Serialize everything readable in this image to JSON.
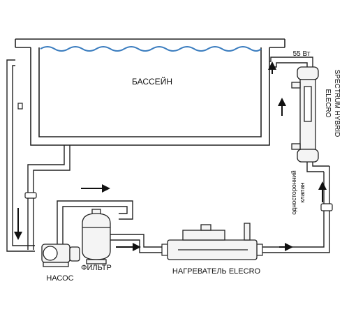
{
  "labels": {
    "pool": "БАССЕЙН",
    "power": "55 Вт",
    "uv_brand": "ELECRO",
    "uv_model": "SPECTRUM HYBRID",
    "valve_line1": "односторонний",
    "valve_line2": "клапан",
    "pump": "НАСОС",
    "filter": "ФИЛЬТР",
    "heater": "НАГРЕВАТЕЛЬ ELECRO"
  },
  "colors": {
    "line": "#222222",
    "water": "#3b7dbf",
    "pipe_fill": "#ffffff",
    "device_fill": "#f4f4f4"
  }
}
